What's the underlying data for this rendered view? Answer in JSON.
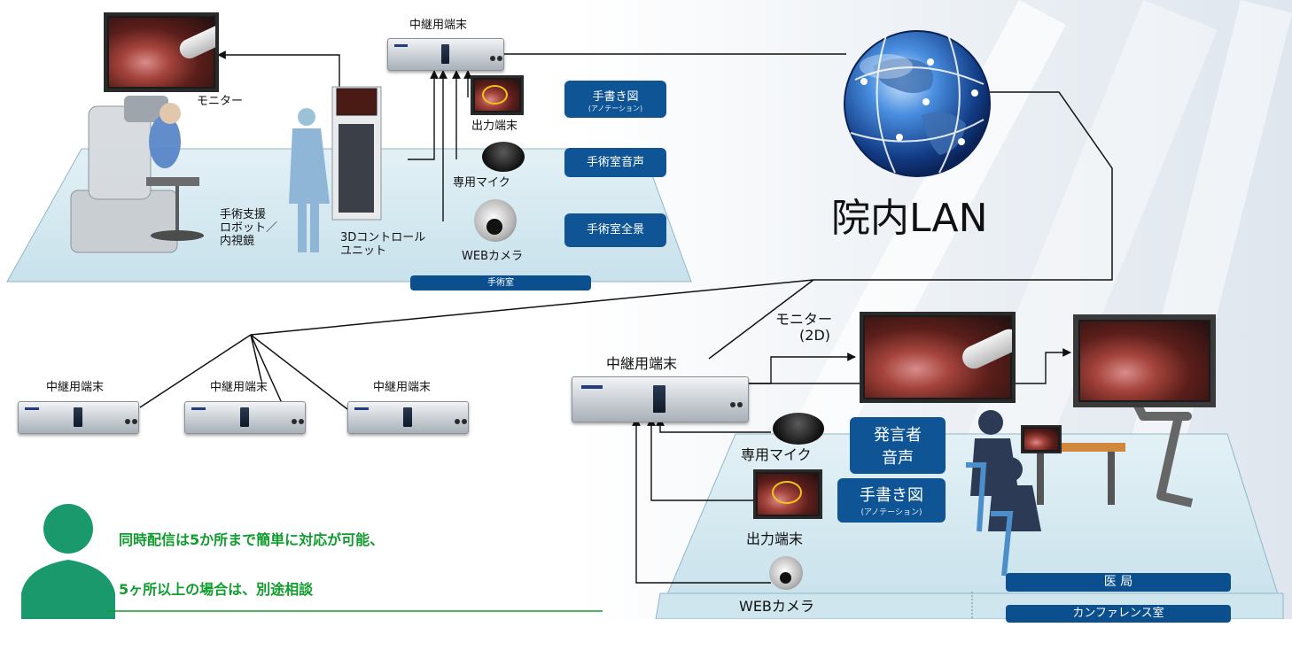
{
  "network": {
    "lan_label": "院内LAN"
  },
  "operating_room": {
    "room_name": "手術室",
    "relay_label": "中継用端末",
    "monitor_label": "モニター",
    "output_terminal_label": "出力端末",
    "mic_label": "専用マイク",
    "webcam_label": "WEBカメラ",
    "robot_label_1": "手術支援",
    "robot_label_2": "ロボット／",
    "robot_label_3": "内視鏡",
    "control_unit_label_1": "3Dコントロール",
    "control_unit_label_2": "ユニット",
    "callouts": {
      "handwriting": "手書き図",
      "handwriting_sub": "(アノテーション)",
      "audio": "手術室音声",
      "panorama": "手術室全景"
    }
  },
  "remote_terminals": [
    {
      "label": "中継用端末"
    },
    {
      "label": "中継用端末"
    },
    {
      "label": "中継用端末"
    }
  ],
  "medical_office": {
    "room_name": "医 局",
    "conference_room_name": "カンファレンス室",
    "relay_label": "中継用端末",
    "monitor_label_1": "モニター",
    "monitor_label_2": "(2D)",
    "mic_label": "専用マイク",
    "output_terminal_label": "出力端末",
    "webcam_label": "WEBカメラ",
    "callouts": {
      "speaker_1": "発言者",
      "speaker_2": "音声",
      "handwriting": "手書き図",
      "handwriting_sub": "(アノテーション)"
    }
  },
  "note": {
    "line1": "同時配信は5か所まで簡単に対応が可能、",
    "line2": "5ヶ所以上の場合は、別途相談"
  },
  "colors": {
    "callout": "#0f5595",
    "floor": "#d6ebf2",
    "note_text": "#109c2e",
    "person": "#1a9a6c"
  },
  "icons": [
    "globe-icon",
    "person-silhouette-icon",
    "microphone-icon",
    "webcam-icon",
    "monitor-icon",
    "relay-terminal-icon"
  ]
}
